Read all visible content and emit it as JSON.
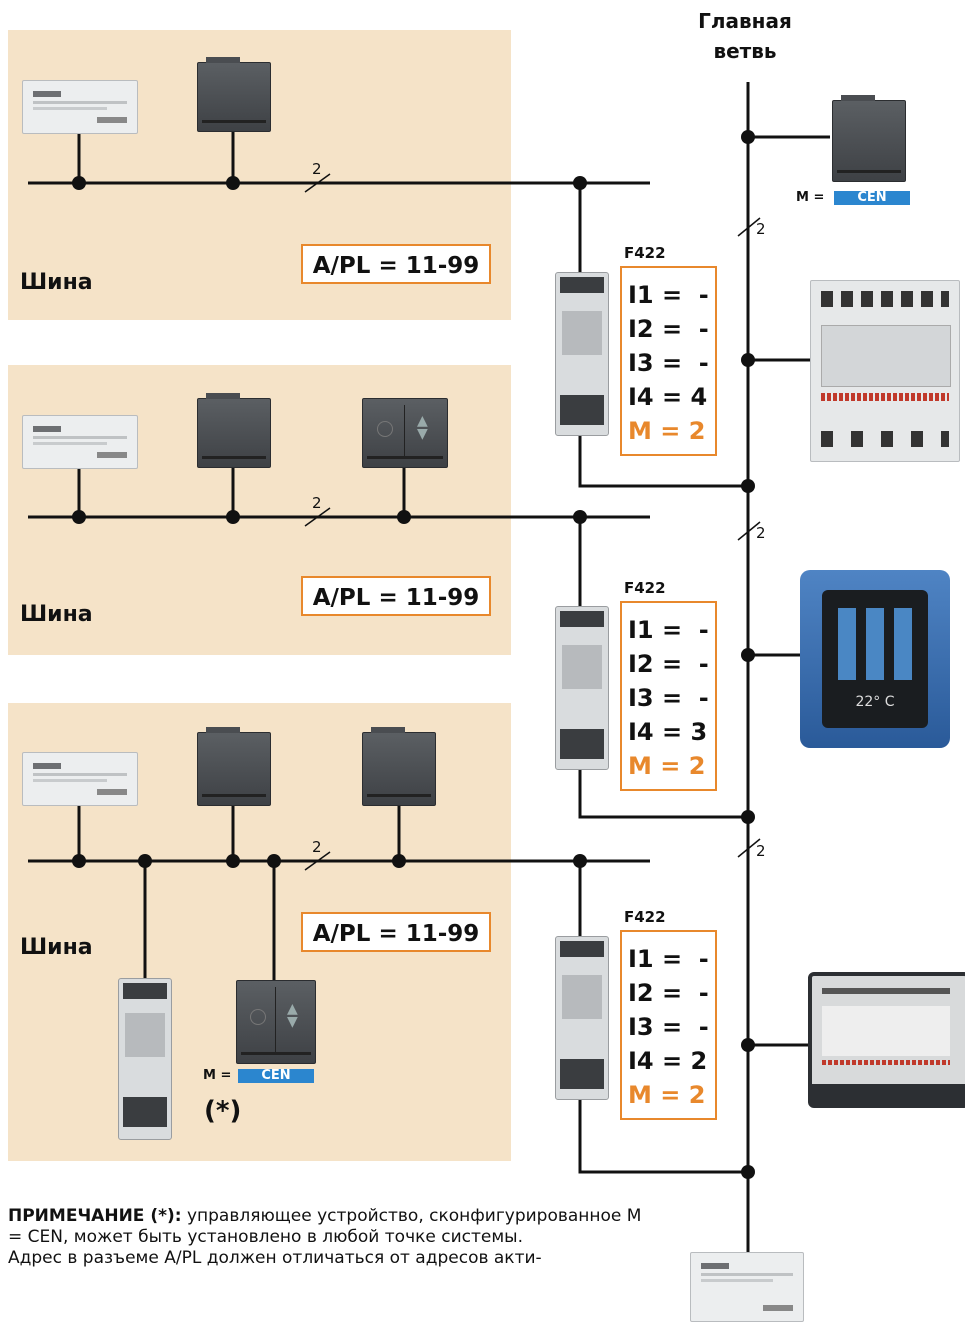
{
  "main_branch": {
    "title_line1": "Главная",
    "title_line2": "ветвь"
  },
  "bus_label": "Шина",
  "bus_count": "2",
  "apl": "A/PL = 11-99",
  "f422_blocks": [
    {
      "title": "F422",
      "i1": "I1 =  -",
      "i2": "I2 =  -",
      "i3": "I3 =  -",
      "i4": "I4 = 4",
      "m": "M = 2"
    },
    {
      "title": "F422",
      "i1": "I1 =  -",
      "i2": "I2 =  -",
      "i3": "I3 =  -",
      "i4": "I4 = 3",
      "m": "M = 2"
    },
    {
      "title": "F422",
      "i1": "I1 =  -",
      "i2": "I2 =  -",
      "i3": "I3 =  -",
      "i4": "I4 = 2",
      "m": "M = 2"
    }
  ],
  "m_cen": {
    "label": "M =",
    "value": "CEN"
  },
  "asterisk": "(*)",
  "thermostat_temp": "22° C",
  "note": {
    "bold": "ПРИМЕЧАНИЕ (*):",
    "text": " управляющее устройство, сконфигури­рованное М = CEN, может быть установлено в любой точке системы.",
    "line2": "Адрес в разъеме A/PL должен отличаться от адресов акти-"
  },
  "colors": {
    "accent": "#e8882c",
    "panel": "#f5e3c8",
    "cen": "#2b86cf"
  }
}
